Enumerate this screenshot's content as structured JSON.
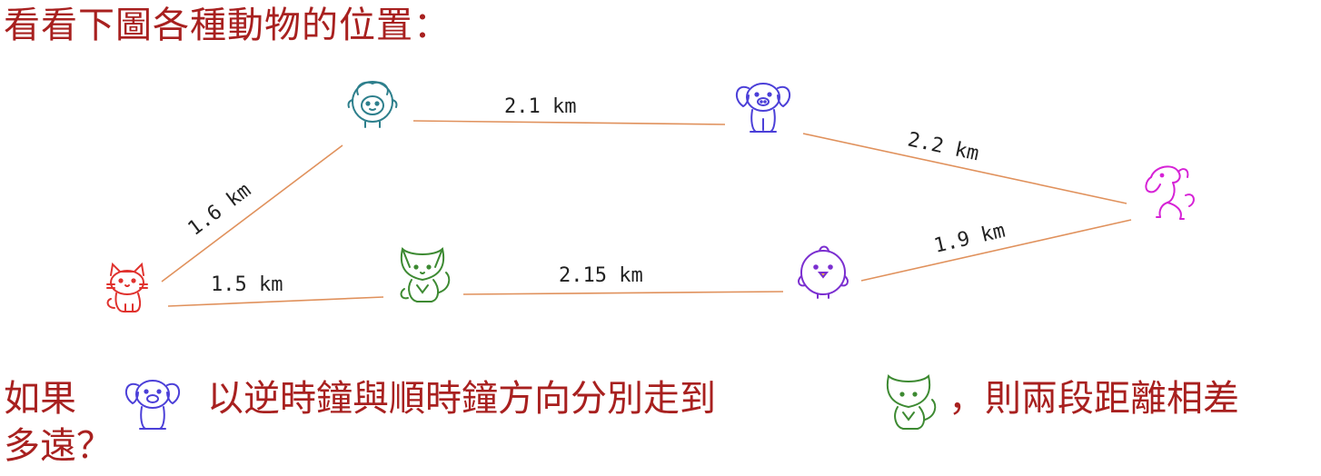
{
  "title": "看看下圖各種動物的位置：",
  "question": {
    "part1": "如果",
    "icon1": "dog-icon",
    "part2": "以逆時鐘與順時鐘方向分別走到",
    "icon2": "fox-icon",
    "part3": "，則兩段距離相差",
    "line2": "多遠？"
  },
  "animals": [
    {
      "id": "sheep",
      "icon": "sheep-icon",
      "color": "#2d7f8c"
    },
    {
      "id": "dog",
      "icon": "dog-icon",
      "color": "#4b3fd8"
    },
    {
      "id": "horse",
      "icon": "horse-icon",
      "color": "#d622d6"
    },
    {
      "id": "cat",
      "icon": "cat-icon",
      "color": "#e0322e"
    },
    {
      "id": "fox",
      "icon": "fox-icon",
      "color": "#3d8a32"
    },
    {
      "id": "chick",
      "icon": "chick-icon",
      "color": "#7b2fd0"
    }
  ],
  "edges": [
    {
      "from": "sheep",
      "to": "dog",
      "label": "2.1 km"
    },
    {
      "from": "dog",
      "to": "horse",
      "label": "2.2 km"
    },
    {
      "from": "cat",
      "to": "sheep",
      "label": "1.6 km"
    },
    {
      "from": "cat",
      "to": "fox",
      "label": "1.5 km"
    },
    {
      "from": "fox",
      "to": "chick",
      "label": "2.15 km"
    },
    {
      "from": "chick",
      "to": "horse",
      "label": "1.9 km"
    }
  ],
  "colors": {
    "text": "#a8201f",
    "edge": "#e0915c"
  }
}
